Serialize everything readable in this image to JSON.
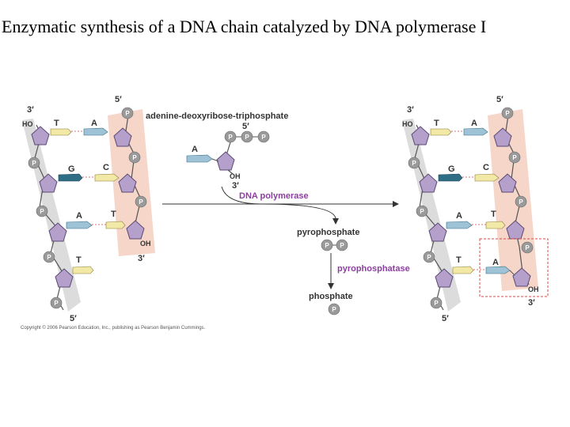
{
  "slide": {
    "title": "Enzymatic synthesis of a DNA chain catalyzed by DNA polymerase I"
  },
  "diagram": {
    "primes": {
      "three_prime": "3′",
      "five_prime": "5′"
    },
    "ends": {
      "ho": "HO",
      "oh": "OH"
    },
    "phosphate_symbol": "P",
    "left_pairs": [
      {
        "template": "T",
        "new": "A"
      },
      {
        "template": "G",
        "new": "C"
      },
      {
        "template": "A",
        "new": "T"
      },
      {
        "template": "T"
      }
    ],
    "right_pairs": [
      {
        "template": "T",
        "new": "A"
      },
      {
        "template": "G",
        "new": "C"
      },
      {
        "template": "A",
        "new": "T"
      },
      {
        "template": "T",
        "new": "A"
      }
    ],
    "incoming_base": "A",
    "incoming_label": "adenine-deoxyribose-triphosphate",
    "incoming_five_prime": "5′",
    "incoming_oh": "OH",
    "incoming_three_prime": "3′",
    "enzyme": "DNA polymerase",
    "product1": "pyrophosphate",
    "enzyme2": "pyrophosphatase",
    "product2": "phosphate",
    "copyright": "Copyright © 2006 Pearson Education, Inc., publishing as Pearson Benjamin Cummings.",
    "colors": {
      "template_strand_band": "#dcdcdc",
      "new_strand_band": "#f6d6c8",
      "sugar": "#b59fcb",
      "phosphate": "#9a9a9a",
      "enzyme_text": "#8b3f9e",
      "highlight_box": "#d84a4a",
      "base_T": "#f2e9a6",
      "base_A": "#9fc3d6",
      "base_G": "#2e6e86",
      "base_C": "#f2e9a6"
    }
  }
}
